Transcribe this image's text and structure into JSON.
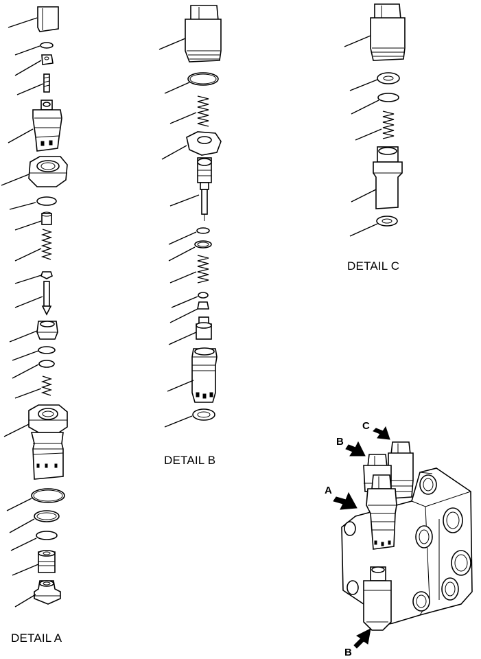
{
  "details": {
    "a": "DETAIL A",
    "b": "DETAIL B",
    "c": "DETAIL C"
  },
  "callouts": {
    "a": "A",
    "b_top": "B",
    "c": "C",
    "b_bottom": "B"
  }
}
